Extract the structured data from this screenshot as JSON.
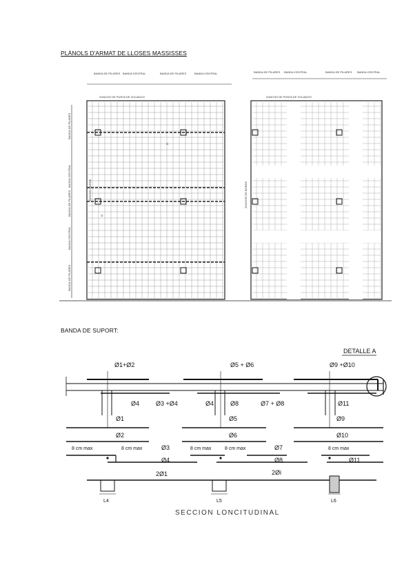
{
  "headings": {
    "plans": "PLÀNOLS D'ARMAT DE LLOSES MASSISSES",
    "support_band": "BANDA DE SUPORT:"
  },
  "plan_left": {
    "top_labels": [
      "BANDA DE PILARES",
      "BANDA CENTRAL",
      "BANDA DE PILARES",
      "BANDA CENTRAL"
    ],
    "side_labels": [
      "BANDA DE PILARES",
      "BANDA CENTRAL",
      "BANDA DE PILARES",
      "BANDA CENTRAL",
      "BANDA DE PILARES"
    ],
    "zuncho_top": "ZUNCHO DE PUNTA DE VOLADIZO",
    "zuncho_side": "ZUNCHO BORDE",
    "markers": [
      "①",
      "②"
    ]
  },
  "plan_right": {
    "top_labels": [
      "BANDA DE PILARES",
      "BANDA CENTRAL",
      "BANDA DE PILARES",
      "BANDA CENTRAL"
    ],
    "zuncho_top": "ZUNCHO DE PUNTA DE VOLADIZO",
    "zuncho_side": "ZUNCHO DE BORDE"
  },
  "section": {
    "detail": "DETALLE A",
    "top": [
      "Ø1+Ø2",
      "Ø5 + Ø6",
      "Ø9 +Ø10"
    ],
    "row1": [
      "Ø4",
      "Ø3 +Ø4",
      "Ø4",
      "Ø8",
      "Ø7 + Ø8",
      "Ø11"
    ],
    "row2": [
      "Ø1",
      "Ø5",
      "Ø9"
    ],
    "row3": [
      "Ø2",
      "Ø6",
      "Ø10"
    ],
    "cm_max": [
      "8 cm max",
      "8 cm max",
      "8 cm max",
      "8 cm max",
      "8 cm max"
    ],
    "row4": [
      "Ø3",
      "Ø7"
    ],
    "row5": [
      "Ø4",
      "Ø8",
      "Ø11"
    ],
    "row6": [
      "2Ø1",
      "2Øi"
    ],
    "lengths": [
      "L4",
      "L5",
      "L6"
    ],
    "caption": "SECCION LONCITUDINAL"
  }
}
